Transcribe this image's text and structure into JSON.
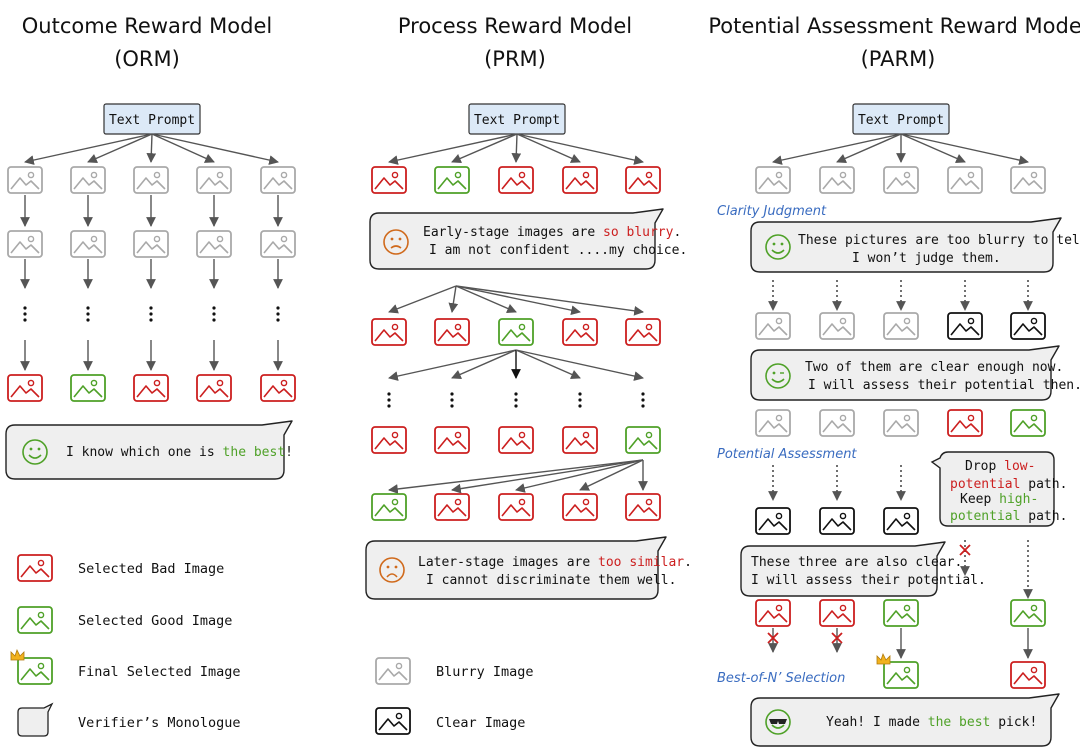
{
  "columns": [
    {
      "title_line1": "Outcome Reward Model",
      "title_line2": "(ORM)"
    },
    {
      "title_line1": "Process Reward Model",
      "title_line2": "(PRM)"
    },
    {
      "title_line1": "Potential Assessment Reward Model",
      "title_line2": "(PARM)"
    }
  ],
  "prompt_label": "Text Prompt",
  "orm": {
    "bubble": {
      "prefix": "I know which one is ",
      "highlight": "the best",
      "suffix": "!"
    }
  },
  "prm": {
    "bubble1": {
      "l1_prefix": "Early-stage images  are ",
      "l1_highlight": "so blurry",
      "l1_suffix": ".",
      "l2": "I am not confident ....my choice."
    },
    "bubble2": {
      "l1_prefix": "Later-stage images are ",
      "l1_highlight": "too similar",
      "l1_suffix": ".",
      "l2": "I cannot discriminate them well."
    }
  },
  "parm": {
    "label_clarity": "Clarity Judgment",
    "label_potential": "Potential Assessment",
    "label_best": "Best-of-N’ Selection",
    "bubble1": {
      "l1": "These pictures are too blurry to tell.",
      "l2": "I won’t judge them."
    },
    "bubble2": {
      "l1": "Two of them are clear enough now.",
      "l2": "I will assess their potential then."
    },
    "bubble3": {
      "l1": "These three are also clear.",
      "l2": "I will assess their potential."
    },
    "drop": {
      "l1": "Drop ",
      "l1_red": "low-",
      "l2_red": "potential",
      "l2": " path.",
      "l3": "Keep ",
      "l3_green": "high-",
      "l4_green": "potential",
      "l4": " path."
    },
    "bubble4": {
      "prefix": "Yeah! I made ",
      "highlight": "the best",
      "suffix": " pick!"
    }
  },
  "legend": {
    "bad": "Selected Bad Image",
    "good": "Selected Good Image",
    "final": "Final Selected Image",
    "monologue": "Verifier’s Monologue",
    "blurry": "Blurry Image",
    "clear": "Clear Image"
  },
  "colors": {
    "bad": "#cc1f1f",
    "good": "#4fa128",
    "blurry": "#a9a9a9",
    "clear": "#111111",
    "highlight_blue": "#3a6cc0",
    "bubble_fill": "#efefef",
    "prompt_fill": "#dce9f7",
    "crown": "#f2b21e"
  }
}
